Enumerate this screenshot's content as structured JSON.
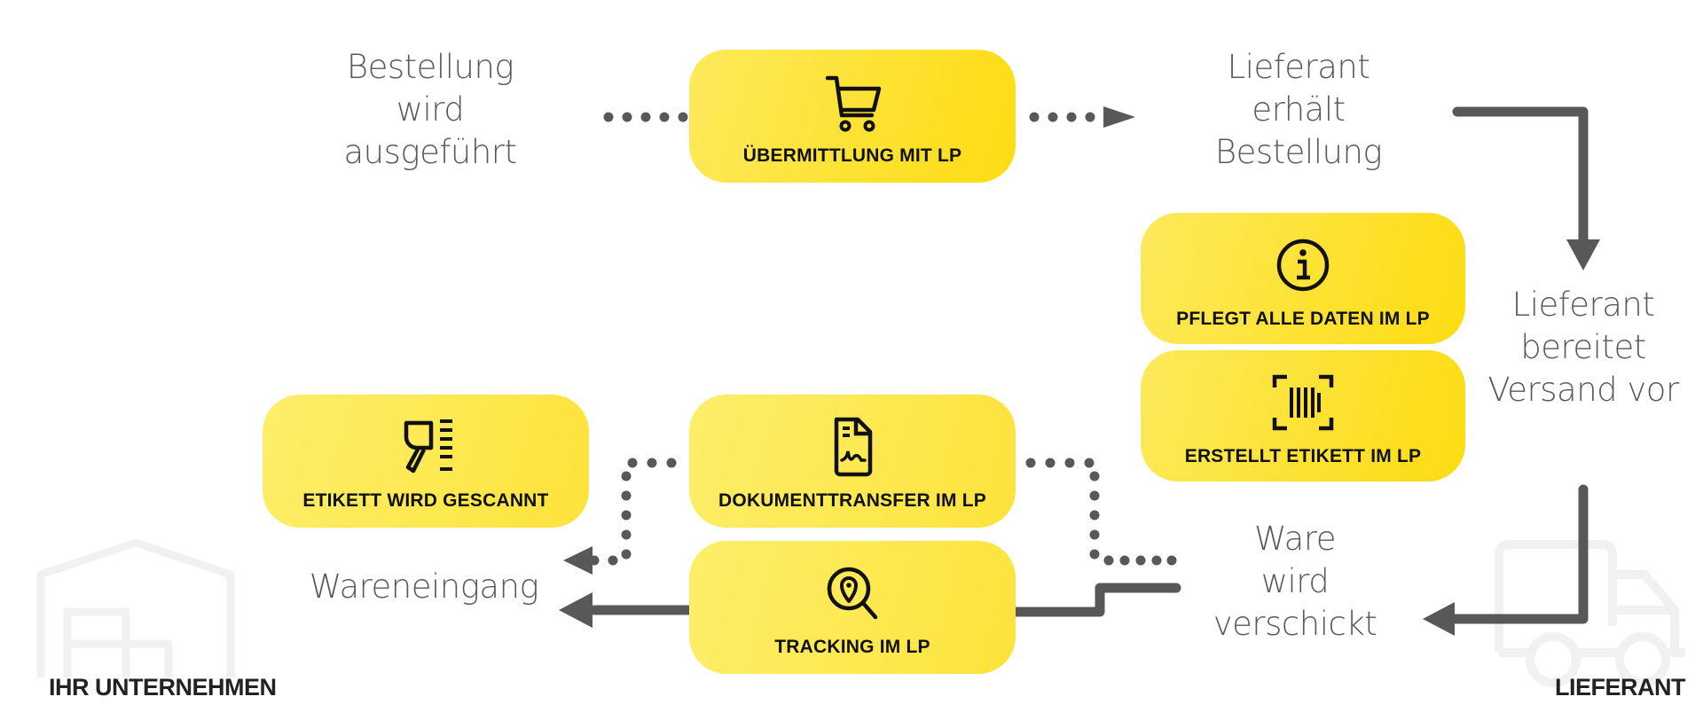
{
  "colors": {
    "box_yellow": "#fde232",
    "connector": "#585858",
    "label_text": "#5a5a5a",
    "box_text": "#111111",
    "bg_icon": "#f2f2f2"
  },
  "boxes": {
    "uebermittlung": {
      "label": "ÜBERMITTLUNG MIT LP",
      "icon": "shopping-cart-icon"
    },
    "pflegt": {
      "label": "PFLEGT ALLE DATEN IM LP",
      "icon": "info-icon"
    },
    "erstellt": {
      "label": "ERSTELLT ETIKETT IM LP",
      "icon": "barcode-icon"
    },
    "dokument": {
      "label": "DOKUMENTTRANSFER IM LP",
      "icon": "document-signature-icon"
    },
    "tracking": {
      "label": "TRACKING IM LP",
      "icon": "location-search-icon"
    },
    "gescannt": {
      "label": "ETIKETT WIRD GESCANNT",
      "icon": "barcode-scanner-icon"
    }
  },
  "steps": {
    "bestellung": [
      "Bestellung",
      "wird",
      "ausgeführt"
    ],
    "erhaelt": [
      "Lieferant",
      "erhält",
      "Bestellung"
    ],
    "bereitet": [
      "Lieferant",
      "bereitet",
      "Versand vor"
    ],
    "verschickt": [
      "Ware",
      "wird",
      "verschickt"
    ],
    "wareneingang": [
      "Wareneingang"
    ]
  },
  "sides": {
    "left": {
      "label": "IHR UNTERNEHMEN",
      "icon": "warehouse-icon"
    },
    "right": {
      "label": "LIEFERANT",
      "icon": "truck-icon"
    }
  }
}
